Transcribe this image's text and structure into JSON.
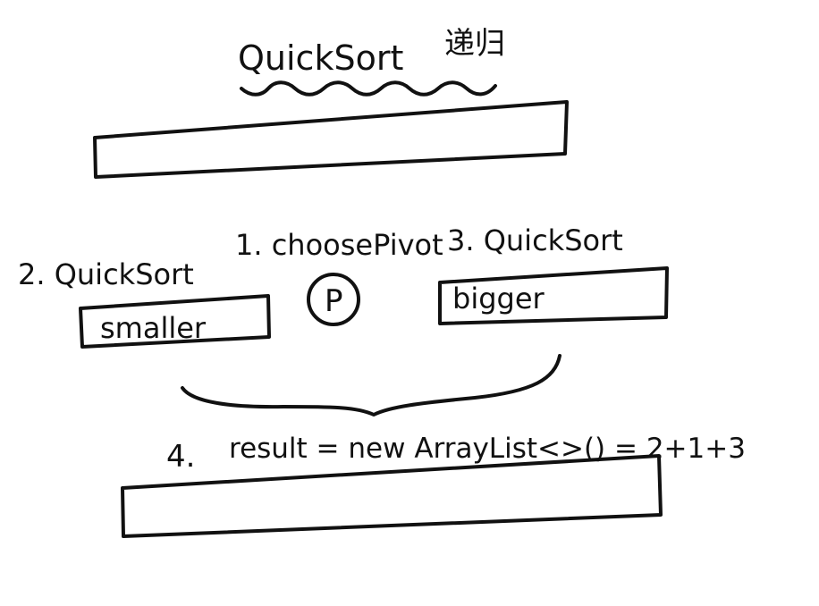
{
  "title": {
    "text": "QuickSort",
    "suffix": "递归"
  },
  "steps": {
    "choose_pivot": "1. choosePivot",
    "quicksort_smaller": "2. QuickSort",
    "quicksort_bigger": "3. QuickSort",
    "result_number": "4.",
    "result_expression": "result  = new ArrayList<>() = 2+1+3"
  },
  "pivot": {
    "label": "P"
  },
  "partitions": {
    "smaller": "smaller",
    "bigger": "bigger"
  },
  "colors": {
    "ink": "#111111",
    "background": "#ffffff"
  }
}
